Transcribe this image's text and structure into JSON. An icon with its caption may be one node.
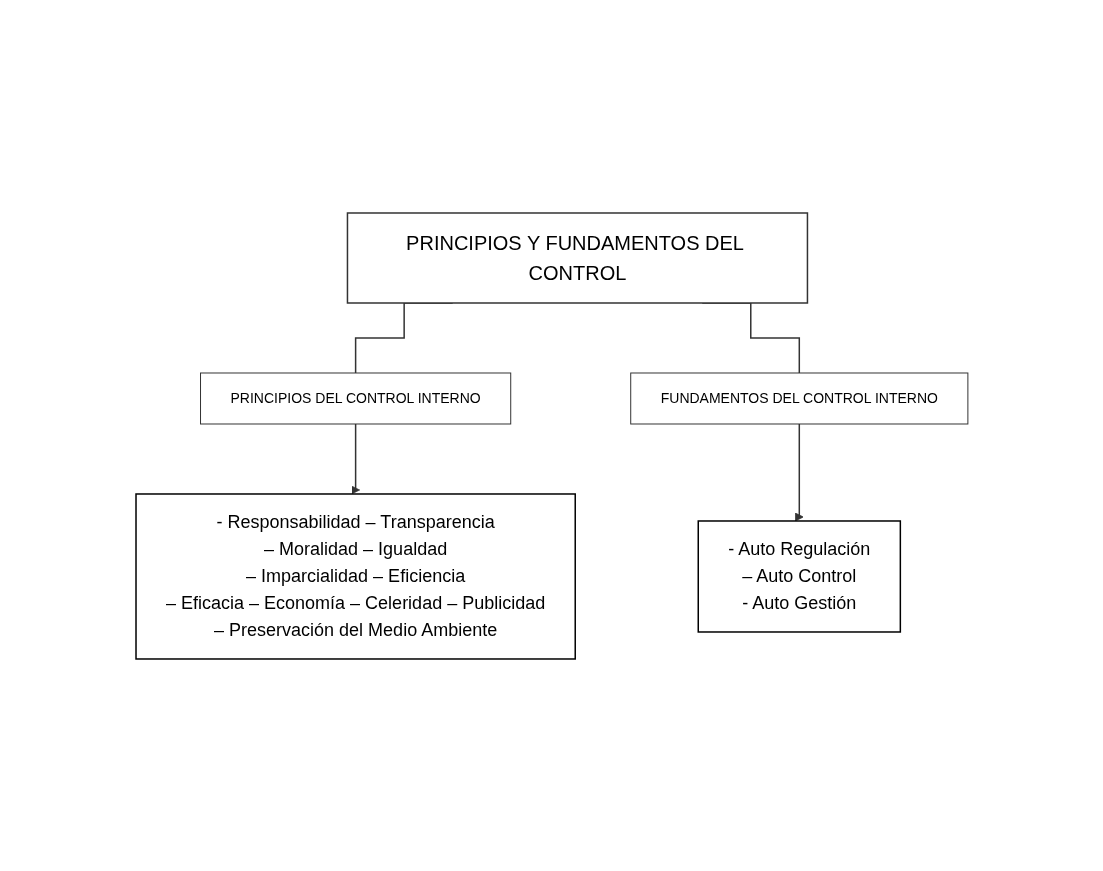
{
  "diagram": {
    "nodes": [
      {
        "text": [
          "PRINCIPIOS Y FUNDAMENTOS DEL CONTROL"
        ]
      },
      {
        "text": [
          "PRINCIPIOS DEL CONTROL INTERNO"
        ]
      },
      {
        "text": [
          "FUNDAMENTOS DEL CONTROL INTERNO"
        ]
      },
      {
        "text": [
          "- Responsabilidad – Transparencia",
          "– Moralidad – Igualdad",
          "– Imparcialidad – Eficiencia",
          "– Eficacia – Economía – Celeridad – Publicidad",
          "– Preservación del Medio Ambiente"
        ]
      },
      {
        "text": [
          "- Auto Regulación",
          "– Auto Control",
          "- Auto Gestión"
        ]
      }
    ],
    "edges": [
      {
        "from": 0,
        "to": 1,
        "arrow": "none"
      },
      {
        "from": 0,
        "to": 2,
        "arrow": "none"
      },
      {
        "from": 1,
        "to": 3,
        "arrow": "to"
      },
      {
        "from": 2,
        "to": 4,
        "arrow": "to"
      }
    ]
  }
}
